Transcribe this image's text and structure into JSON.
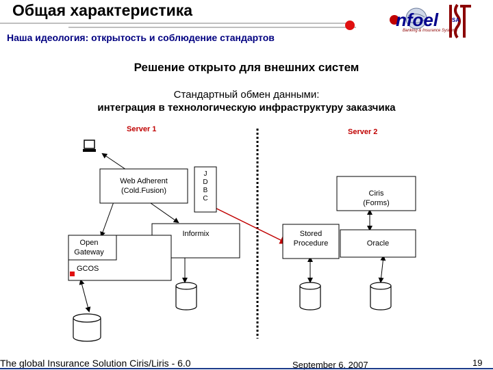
{
  "title": "Общая характеристика",
  "subtitle": "Наша идеология: открытость и соблюдение стандартов",
  "headline": "Решение открыто для внешних систем",
  "exchange_line1": "Стандартный обмен данными:",
  "exchange_line2": "интеграция в технологическую инфраструктуру заказчика",
  "logo": {
    "text": "nfoel",
    "suffix": "SA",
    "tagline": "Banking & Insurance Systems"
  },
  "colors": {
    "navy": "#000080",
    "red": "#c00000",
    "accent_red": "#e01010",
    "gray": "#aaaaaa"
  },
  "diagram": {
    "server1": "Server 1",
    "server2": "Server 2",
    "web_adherent_line1": "Web Adherent",
    "web_adherent_line2": "(Cold.Fusion)",
    "jdbc": [
      "J",
      "D",
      "B",
      "C"
    ],
    "ciris_line1": "Ciris",
    "ciris_line2": "(Forms)",
    "informix": "Informix",
    "stored_line1": "Stored",
    "stored_line2": "Procedure",
    "oracle": "Oracle",
    "open_gateway_line1": "Open",
    "open_gateway_line2": "Gateway",
    "gcos": "GCOS"
  },
  "footer": {
    "left": "The global Insurance Solution  Ciris/Liris - 6.0",
    "date": "September 6, 2007",
    "page": "19"
  }
}
